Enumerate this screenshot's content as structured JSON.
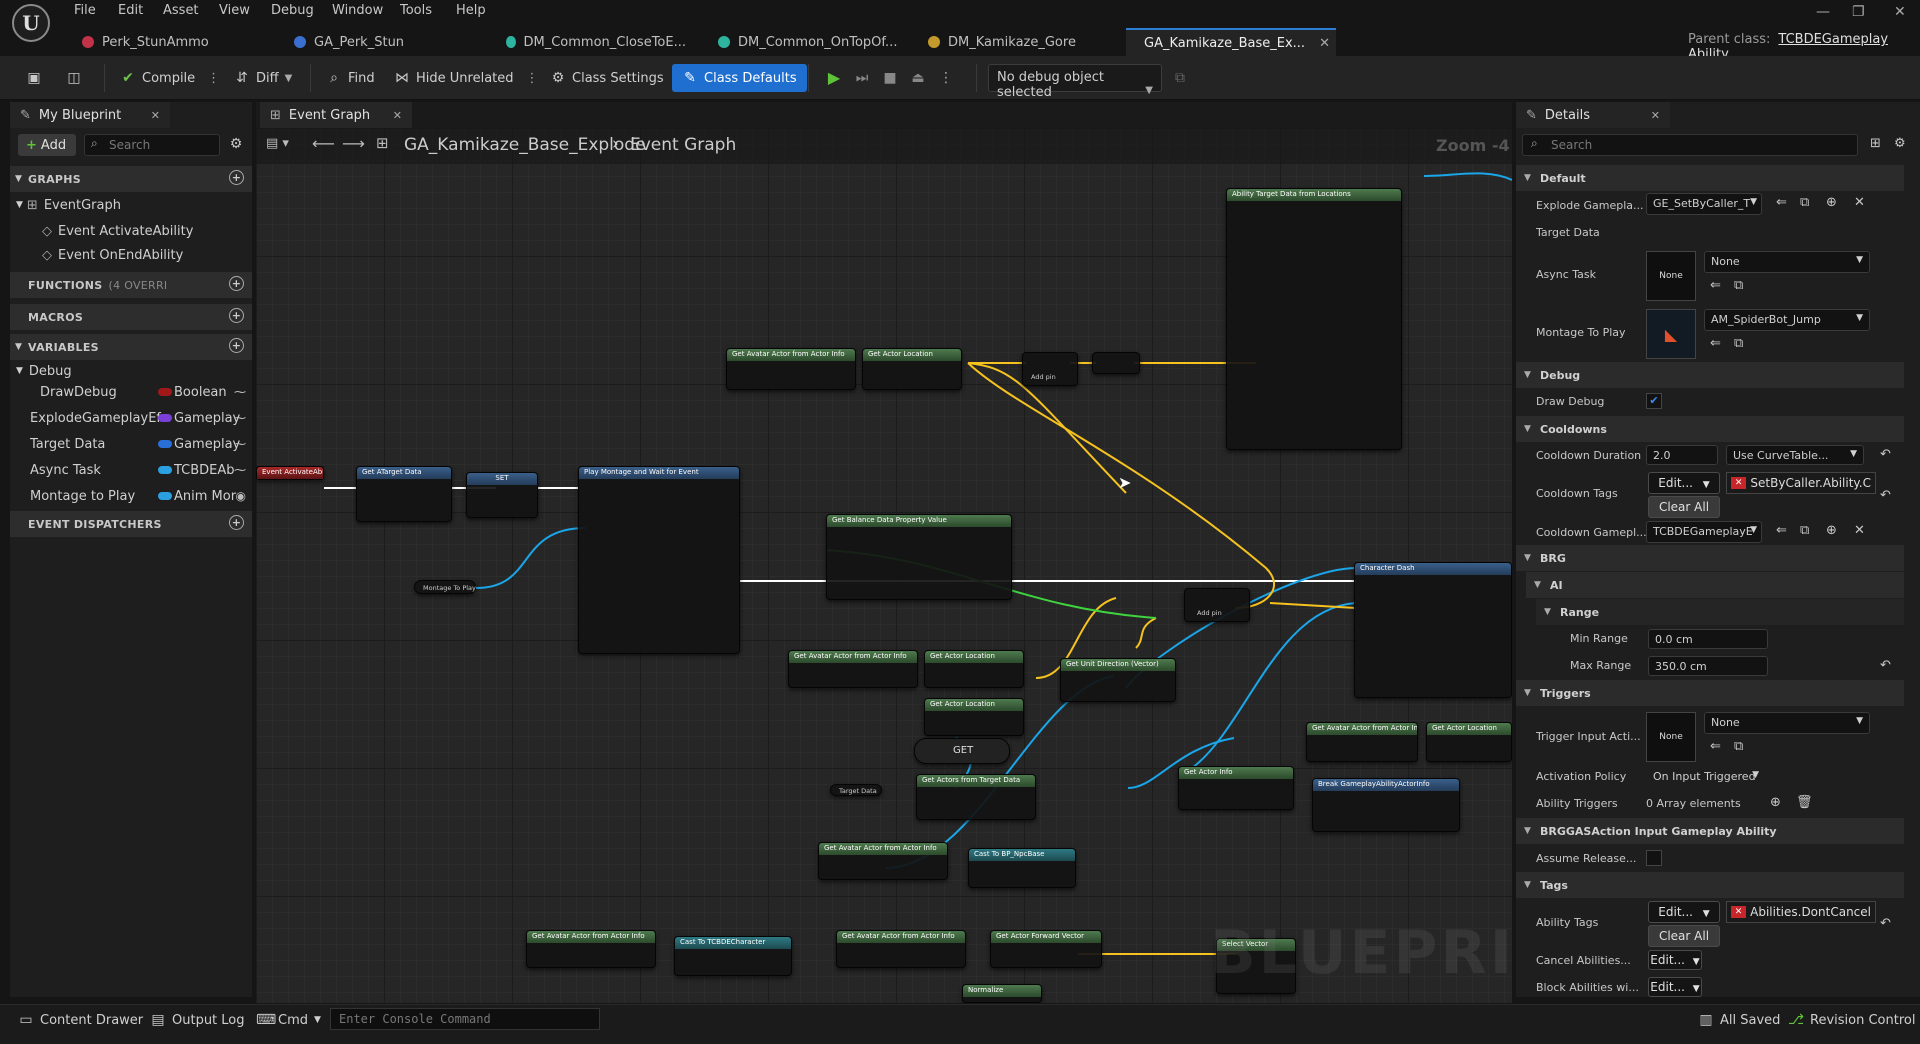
{
  "menu": [
    "File",
    "Edit",
    "Asset",
    "View",
    "Debug",
    "Window",
    "Tools",
    "Help"
  ],
  "tabs": [
    {
      "label": "Perk_StunAmmo",
      "color": "#c2334a"
    },
    {
      "label": "GA_Perk_Stun",
      "color": "#3a6fd0"
    },
    {
      "label": "DM_Common_CloseToE...",
      "color": "#2eb39e"
    },
    {
      "label": "DM_Common_OnTopOf...",
      "color": "#2eb39e"
    },
    {
      "label": "DM_Kamikaze_Gore",
      "color": "#c49a2c"
    },
    {
      "label": "GA_Kamikaze_Base_Ex...",
      "color": "#3a6fd0",
      "active": true
    }
  ],
  "parent_class": {
    "label": "Parent class:",
    "value": "TCBDEGameplay Ability"
  },
  "toolbar": {
    "compile": "Compile",
    "diff": "Diff",
    "find": "Find",
    "hide_unrelated": "Hide Unrelated",
    "class_settings": "Class Settings",
    "class_defaults": "Class Defaults",
    "debug_select": "No debug object selected"
  },
  "left_panel": {
    "tab": "My Blueprint",
    "add": "Add",
    "search_placeholder": "Search",
    "graphs_hdr": "GRAPHS",
    "event_graph": "EventGraph",
    "event1": "Event ActivateAbility",
    "event2": "Event OnEndAbility",
    "functions_hdr": "FUNCTIONS",
    "functions_note": "(4 OVERRI",
    "macros_hdr": "MACROS",
    "variables_hdr": "VARIABLES",
    "debug_cat": "Debug",
    "variables": [
      {
        "name": "DrawDebug",
        "type": "Boolean",
        "color": "#a01818"
      },
      {
        "name": "ExplodeGameplayEf",
        "type": "Gameplay",
        "color": "#7a3fd6"
      },
      {
        "name": "Target Data",
        "type": "Gameplay",
        "color": "#2a6fd6"
      },
      {
        "name": "Async Task",
        "type": "TCBDEAb",
        "color": "#2aa0e0"
      },
      {
        "name": "Montage to Play",
        "type": "Anim Mor",
        "color": "#2aa0e0"
      }
    ],
    "dispatchers_hdr": "EVENT DISPATCHERS"
  },
  "graph": {
    "tab": "Event Graph",
    "breadcrumb_blueprint": "GA_Kamikaze_Base_Explode",
    "breadcrumb_graph": "Event Graph",
    "zoom": "Zoom -4",
    "watermark": "BLUEPRINT",
    "nodes": {
      "ability_target": "Ability Target Data from Locations",
      "get_avatar": "Get Avatar Actor from Actor Info",
      "get_actor_loc": "Get Actor Location",
      "add_pin": "Add pin",
      "activate": "Event ActivateAbility",
      "get_target": "Get ATarget Data",
      "set": "SET",
      "play_montage": "Play Montage and Wait for Event",
      "balance": "Get Balance Data Property Value",
      "char_dash": "Character Dash",
      "montage_var": "Montage To Play",
      "unit_dir": "Get Unit Direction (Vector)",
      "get": "GET",
      "get_actors": "Get Actors from Target Data",
      "break": "Break GameplayAbilityActorInfo",
      "cast_bp": "Cast To BP_NpcBase",
      "cast_char": "Cast To TCBDECharacter",
      "fwd_vec": "Get Actor Forward Vector",
      "select_vec": "Select Vector",
      "normalize": "Normalize",
      "get_loc2": "Get Actor Location",
      "get_info2": "Get Actor Info",
      "target_data": "Target Data"
    }
  },
  "details": {
    "tab": "Details",
    "search_placeholder": "Search",
    "default_hdr": "Default",
    "explode_label": "Explode Gamepla...",
    "explode_value": "GE_SetByCaller_T",
    "target_data_label": "Target Data",
    "async_label": "Async Task",
    "async_value": "None",
    "async_thumb": "None",
    "montage_label": "Montage To Play",
    "montage_value": "AM_SpiderBot_Jump",
    "debug_hdr": "Debug",
    "draw_debug_label": "Draw Debug",
    "cooldowns_hdr": "Cooldowns",
    "cooldown_duration_label": "Cooldown Duration",
    "cooldown_duration_value": "2.0",
    "curve_table": "Use CurveTable...",
    "cooldown_tags_label": "Cooldown Tags",
    "edit": "Edit...",
    "cooldown_tag": "SetByCaller.Ability.C",
    "clear_all": "Clear All",
    "cooldown_gameplay_label": "Cooldown Gamepl...",
    "cooldown_gameplay_value": "TCBDEGameplayE",
    "brg_hdr": "BRG",
    "ai_hdr": "AI",
    "range_hdr": "Range",
    "min_range_label": "Min Range",
    "min_range_value": "0.0 cm",
    "max_range_label": "Max Range",
    "max_range_value": "350.0 cm",
    "triggers_hdr": "Triggers",
    "trigger_input_label": "Trigger Input Acti...",
    "trigger_input_value": "None",
    "trigger_thumb": "None",
    "activation_policy_label": "Activation Policy",
    "activation_policy_value": "On Input Triggered",
    "ability_triggers_label": "Ability Triggers",
    "ability_triggers_value": "0 Array elements",
    "brgas_hdr": "BRGGASAction Input Gameplay Ability",
    "assume_label": "Assume Release...",
    "tags_hdr": "Tags",
    "ability_tags_label": "Ability Tags",
    "ability_tag": "Abilities.DontCancel",
    "cancel_label": "Cancel Abilities...",
    "block_label": "Block Abilities wi..."
  },
  "bottom": {
    "content_drawer": "Content Drawer",
    "output_log": "Output Log",
    "cmd": "Cmd",
    "console_placeholder": "Enter Console Command",
    "all_saved": "All Saved",
    "revision": "Revision Control"
  },
  "colors": {
    "accent": "#1f6fd1",
    "exec": "#ffffff",
    "vector": "#f5c21f",
    "object": "#1aa6e8",
    "float": "#3fd43f"
  }
}
